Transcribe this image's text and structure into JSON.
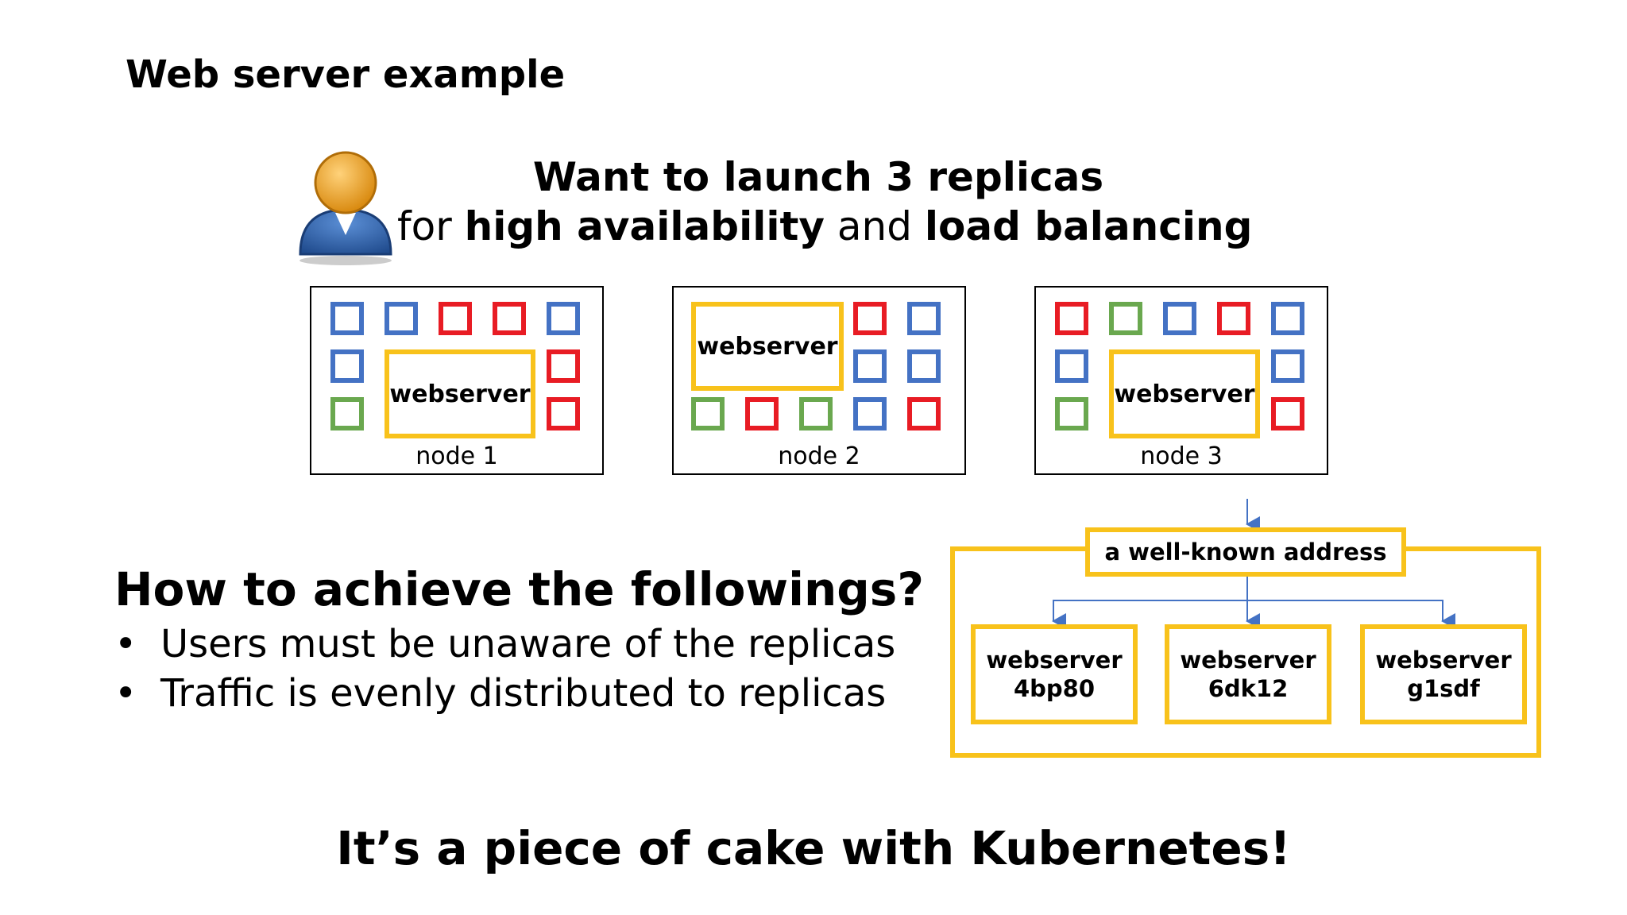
{
  "slide": {
    "title": "Web server example",
    "headline_line1": "Want to launch 3 replicas",
    "headline_for": "for ",
    "headline_high_availability": "high availability",
    "headline_and": " and ",
    "headline_load_balancing": "load balancing",
    "question": "How to achieve the followings?",
    "bullets": [
      "Users must be unaware of the replicas",
      "Traffic is evenly distributed to replicas"
    ],
    "bullet_symbol": "•",
    "closing": "It’s a piece of cake with Kubernetes!"
  },
  "nodes": [
    {
      "label": "node 1",
      "webserver_label": "webserver"
    },
    {
      "label": "node 2",
      "webserver_label": "webserver"
    },
    {
      "label": "node 3",
      "webserver_label": "webserver"
    }
  ],
  "service": {
    "address_label": "a well-known address",
    "replicas": [
      {
        "name": "webserver",
        "id": "4bp80"
      },
      {
        "name": "webserver",
        "id": "6dk12"
      },
      {
        "name": "webserver",
        "id": "g1sdf"
      }
    ]
  },
  "colors": {
    "blue": "#4472c4",
    "red": "#e81c24",
    "green": "#6aa84f",
    "yellow": "#f8c21b",
    "arrow": "#4472c4",
    "avatar_head": "#f0a030",
    "avatar_body": "#2f5fa8"
  },
  "icons": {
    "user": "user-icon"
  }
}
